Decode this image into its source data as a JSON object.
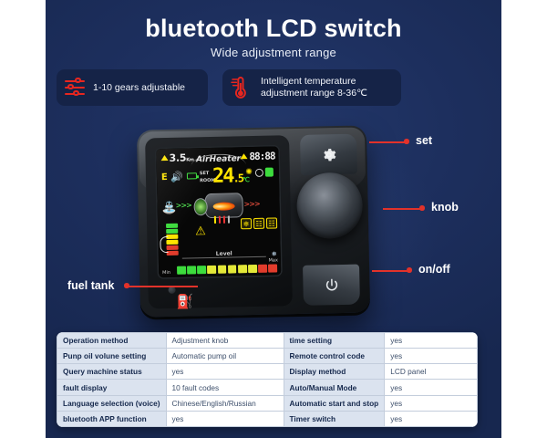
{
  "header": {
    "title": "bluetooth LCD switch",
    "subtitle": "Wide adjustment range"
  },
  "badges": [
    {
      "icon": "sliders-icon",
      "text": "1-10 gears adjustable"
    },
    {
      "icon": "thermometer-icon",
      "line1": "Intelligent temperature",
      "line2": "adjustment range 8-36℃"
    }
  ],
  "callouts": [
    {
      "label": "set"
    },
    {
      "label": "knob"
    },
    {
      "label": "on/off"
    },
    {
      "label": "fuel tank"
    }
  ],
  "lcd": {
    "distance": "3.5",
    "distance_unit": "Km",
    "brand": "AirHeater",
    "clock": "88:88",
    "mode_letter": "E",
    "set_label": "SET",
    "room_label": "ROOM",
    "temperature": "24",
    "temperature_decimal": ".5",
    "temperature_unit": "℃",
    "level_label": "Level",
    "min_label": "Min",
    "max_label": "Max",
    "level_segments": [
      "#3ddc3d",
      "#3ddc3d",
      "#3ddc3d",
      "#e3e838",
      "#e3e838",
      "#e3e838",
      "#e3e838",
      "#e3e838",
      "#e23c2c",
      "#e23c2c"
    ],
    "status_icons": [
      "fan-icon",
      "ring-icon",
      "green-block-icon"
    ],
    "mode_icons": [
      "snowflake-icon",
      "heater-grid-icon",
      "heater-grid-icon-2"
    ]
  },
  "table": {
    "rows": [
      {
        "k1": "Operation method",
        "v1": "Adjustment knob",
        "k2": "time setting",
        "v2": "yes"
      },
      {
        "k1": "Punp oil volune setting",
        "v1": "Automatic pump oil",
        "k2": "Remote control code",
        "v2": "yes"
      },
      {
        "k1": "Query machine status",
        "v1": "yes",
        "k2": "Display method",
        "v2": "LCD panel"
      },
      {
        "k1": "fault display",
        "v1": "10 fault codes",
        "k2": "Auto/Manual Mode",
        "v2": "yes"
      },
      {
        "k1": "Language selection (voice)",
        "v1": "Chinese/English/Russian",
        "k2": "Automatic start and stop",
        "v2": "yes"
      },
      {
        "k1": "bluetooth APP function",
        "v1": "yes",
        "k2": "Timer switch",
        "v2": "yes"
      }
    ]
  },
  "colors": {
    "panel_navy": "#1d2f5e",
    "accent_red": "#e2322a",
    "badge_bg": "#152347",
    "lcd_yellow": "#ffe400",
    "lcd_green": "#3ddc3d"
  }
}
